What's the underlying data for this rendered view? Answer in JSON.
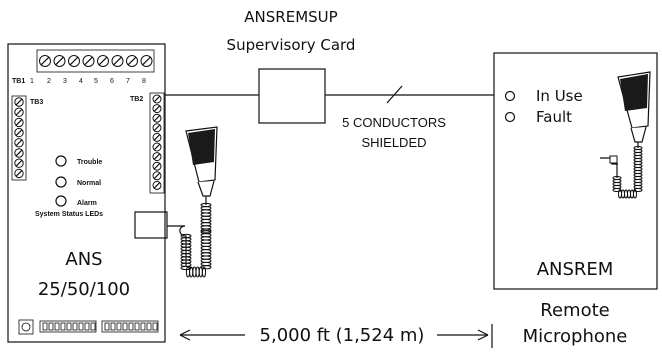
{
  "supervisory_card": {
    "title": "ANSREMSUP",
    "subtitle": "Supervisory Card"
  },
  "cable": {
    "line1": "5 CONDUCTORS",
    "line2": "SHIELDED"
  },
  "ans_panel": {
    "tb1_label": "TB1",
    "tb1_numbers": [
      "1",
      "2",
      "3",
      "4",
      "5",
      "6",
      "7",
      "8"
    ],
    "tb2_label": "TB2",
    "tb3_label": "TB3",
    "leds": [
      {
        "label": "Trouble"
      },
      {
        "label": "Normal"
      },
      {
        "label": "Alarm"
      }
    ],
    "leds_caption": "System Status LEDs",
    "name_line1": "ANS",
    "name_line2": "25/50/100"
  },
  "remote": {
    "indicators": [
      {
        "label": "In Use"
      },
      {
        "label": "Fault"
      }
    ],
    "name": "ANSREM",
    "caption_line1": "Remote",
    "caption_line2": "Microphone"
  },
  "distance": {
    "label": "5,000 ft (1,524 m)"
  }
}
